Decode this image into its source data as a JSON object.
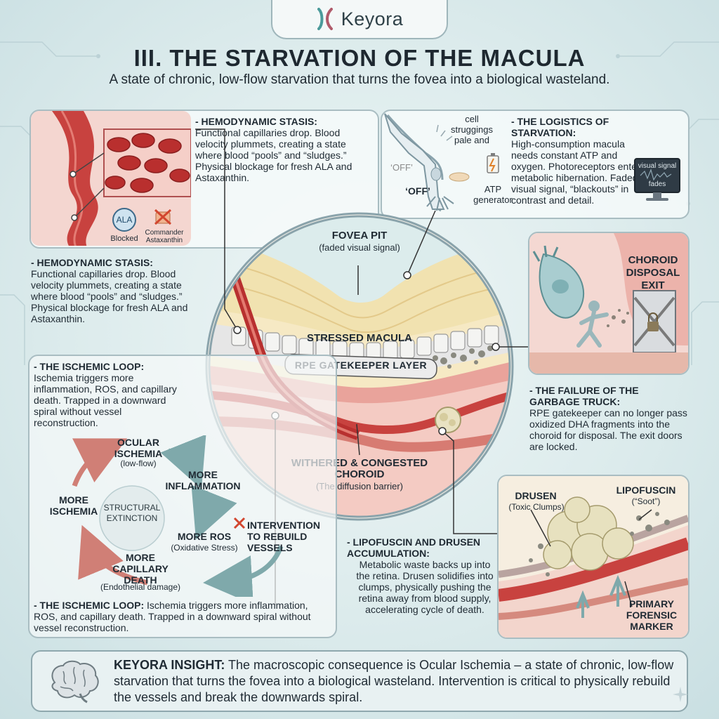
{
  "brand": {
    "name": "Keyora",
    "logo_icon": "k-logo-icon"
  },
  "header": {
    "title": "III. THE STARVATION OF THE MACULA",
    "subtitle": "A state of chronic, low-flow starvation that turns the fovea into a biological wasteland."
  },
  "hemodynamic_top": {
    "heading": "- HEMODYNAMIC STASIS:",
    "body": "Functional capillaries drop. Blood velocity plummets, creating a state where blood “pools” and “sludges.” Physical blockage for fresh ALA and Astaxanthin."
  },
  "hemodynamic_left": {
    "heading": "- HEMODYNAMIC STASIS:",
    "body": "Functional capillaries drop. Blood velocity plummets, creating a state where blood “pools” and “sludges.” Physical blockage for fresh ALA and Astaxanthin."
  },
  "vessel_panel": {
    "ala_label": "ALA",
    "blocked_label": "Blocked",
    "commander_label": "Commander Astaxanthin"
  },
  "logistics": {
    "heading": "- THE LOGISTICS OF STARVATION:",
    "body": "High-consumption macula needs constant ATP and oxygen. Photoreceptors enter metabolic hibernation. Faded visual signal, “blackouts” in contrast and detail.",
    "cell_label": "cell struggings pale and",
    "off_label_1": "‘OFF’",
    "off_label_2": "‘OFF’",
    "atp_label": "ATP generator",
    "monitor_line1": "visual signal",
    "monitor_line2": "fades"
  },
  "cross_section": {
    "fovea_title": "FOVEA PIT",
    "fovea_sub": "(faded visual signal)",
    "macula_label": "STRESSED MACULA",
    "rpe_label": "RPE GATEKEEPER LAYER",
    "choroid_title": "WITHERED & CONGESTED CHOROID",
    "choroid_sub": "(The diffusion barrier)"
  },
  "choroid_exit": {
    "sign": "CHOROID DISPOSAL EXIT"
  },
  "garbage": {
    "heading": "- THE FAILURE OF THE GARBAGE TRUCK:",
    "body": "RPE gatekeeper can no longer pass oxidized DHA fragments into the choroid for disposal. The exit doors are locked."
  },
  "ischemic_top": {
    "heading": "- THE ISCHEMIC LOOP:",
    "body": "Ischemia triggers more inflammation, ROS, and capillary death. Trapped in a downward spiral without vessel reconstruction."
  },
  "cycle": {
    "center": "STRUCTURAL EXTINCTION",
    "ocular_title": "OCULAR ISCHEMIA",
    "ocular_sub": "(low-flow)",
    "inflammation": "MORE INFLAMMATION",
    "ros_title": "MORE ROS",
    "ros_sub": "(Oxidative Stress)",
    "capillary_title": "MORE CAPILLARY DEATH",
    "capillary_sub": "(Endothelial damage)",
    "ischemia": "MORE ISCHEMIA",
    "intervention": "INTERVENTION TO REBUILD VESSELS"
  },
  "ischemic_bottom": {
    "heading": "- THE ISCHEMIC LOOP:",
    "body": "Ischemia triggers more inflammation, ROS, and capillary death. Trapped in a downward spiral without vessel reconstruction."
  },
  "lipofuscin_text": {
    "heading": "- LIPOFUSCIN AND DRUSEN ACCUMULATION:",
    "body": "Metabolic waste backs up into the retina. Drusen solidifies into clumps, physically pushing the retina away from blood supply, accelerating cycle of death."
  },
  "drusen_panel": {
    "drusen_title": "DRUSEN",
    "drusen_sub": "(Toxic Clumps)",
    "lipo_title": "LIPOFUSCIN",
    "lipo_sub": "(“Soot”)",
    "marker": "PRIMARY FORENSIC MARKER"
  },
  "insight": {
    "lead": "KEYORA INSIGHT:",
    "body": " The macroscopic consequence is Ocular Ischemia – a state of chronic, low-flow starvation that turns the fovea into a biological wasteland. Intervention is critical to physically rebuild the vessels and break the downwards spiral."
  },
  "colors": {
    "blood": "#c8423f",
    "tissue_pink": "#f2c6c0",
    "macula_yellow": "#f3e3b0",
    "teal": "#5f9ea0",
    "panel_border": "#a9bdc2"
  }
}
